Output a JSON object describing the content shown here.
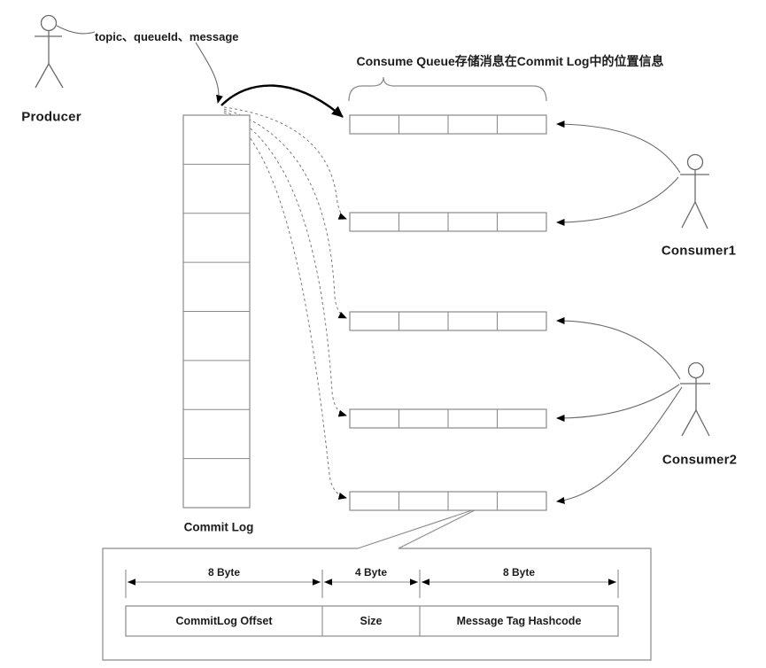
{
  "diagram": {
    "title": "RocketMQ Commit Log / Consume Queue diagram",
    "producer": {
      "label": "Producer",
      "message_label": "topic、queueId、message"
    },
    "commit_log": {
      "label": "Commit Log",
      "cells": 8
    },
    "consume_queues": {
      "caption": "Consume Queue存储消息在Commit Log中的位置信息",
      "queue_count": 5,
      "cells_per_queue": 4
    },
    "consumers": [
      {
        "label": "Consumer1",
        "queues": [
          1,
          2
        ]
      },
      {
        "label": "Consumer2",
        "queues": [
          3,
          4,
          5
        ]
      }
    ],
    "record_format": {
      "fields": [
        {
          "size": "8 Byte",
          "name": "CommitLog Offset"
        },
        {
          "size": "4 Byte",
          "name": "Size"
        },
        {
          "size": "8 Byte",
          "name": "Message Tag Hashcode"
        }
      ]
    },
    "colors": {
      "box_stroke": "#8a8a8a",
      "line_stroke": "#6b6b6b",
      "dashed_stroke": "#7a7a7a",
      "arrow_fill": "#000000",
      "text": "#1c1c1c"
    }
  }
}
